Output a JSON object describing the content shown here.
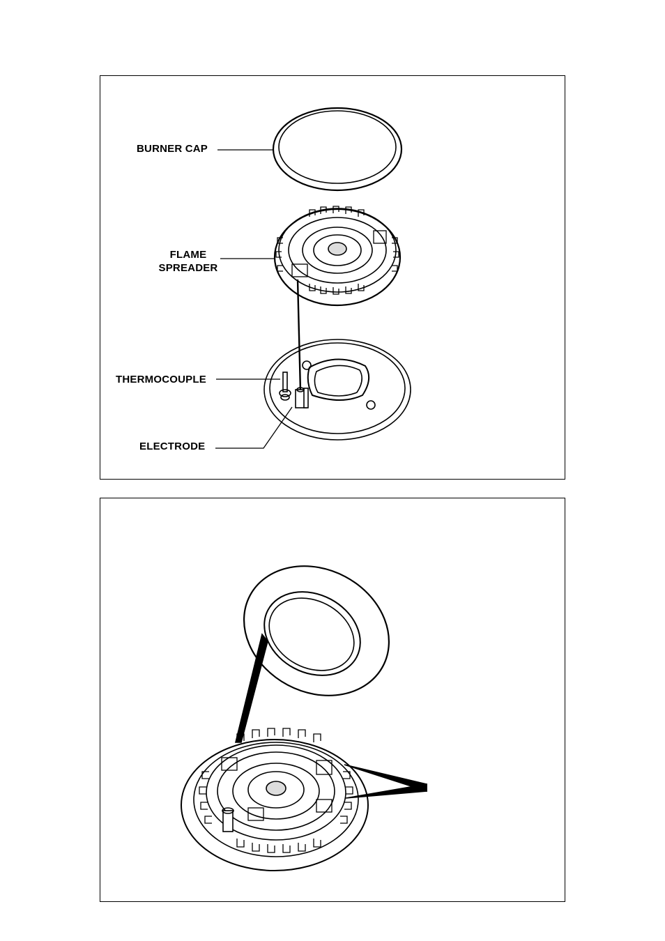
{
  "labels": {
    "burner_cap": "BURNER CAP",
    "flame_spreader_line1": "FLAME",
    "flame_spreader_line2": "SPREADER",
    "thermocouple": "THERMOCOUPLE",
    "electrode": "ELECTRODE"
  },
  "colors": {
    "line": "#000000",
    "background": "#ffffff"
  },
  "icons": [
    "burner-cap-icon",
    "flame-spreader-icon",
    "burner-base-icon",
    "thermocouple-icon",
    "electrode-icon",
    "cap-ring-icon",
    "assembled-burner-icon"
  ]
}
